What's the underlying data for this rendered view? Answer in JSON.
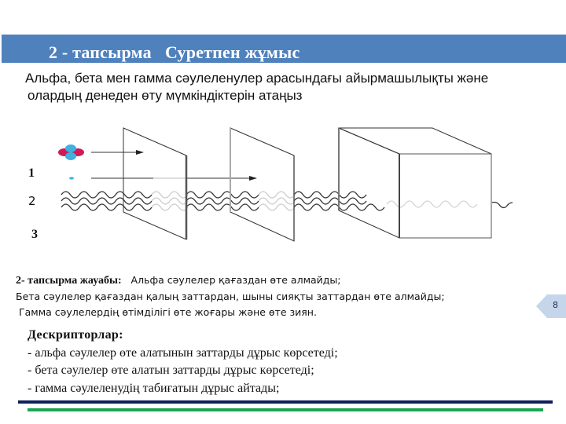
{
  "header": {
    "title": "2 - тапсырма   Суретпен жұмыс",
    "bar_color": "#4f81bd"
  },
  "question": {
    "line1": "Альфа, бета мен гамма сәулеленулер арасындағы айырмашылықты және",
    "line2": "олардың денеден өту мүмкіндіктерін атаңыз"
  },
  "diagram": {
    "labels": [
      "1",
      "2",
      "3"
    ],
    "icons": [
      "alpha-particle-icon",
      "beta-particle-icon",
      "gamma-wave-icon",
      "paper-sheet",
      "thin-plate",
      "thick-block"
    ]
  },
  "answer": {
    "heading": "2- тапсырма жауабы:",
    "line1": "Альфа сәулелер қағаздан өте алмайды;",
    "line2": "Бета сәулелер қағаздан қалың заттардан, шыны сияқты заттардан өте алмайды;",
    "line3": "Гамма сәулелердің өтімділігі өте жоғары және өте зиян."
  },
  "page": {
    "number": "8"
  },
  "descriptors": {
    "heading": "Дескрипторлар:",
    "items": [
      "- альфа сәулелер өте алатынын заттарды дұрыс көрсетеді;",
      "- бета сәулелер өте алатын заттарды дұрыс көрсетеді;",
      "- гамма сәулеленудің табиғатын дұрыс айтады;"
    ]
  },
  "colors": {
    "navy_rule": "#0d1f5c",
    "green_rule": "#1aa551"
  }
}
